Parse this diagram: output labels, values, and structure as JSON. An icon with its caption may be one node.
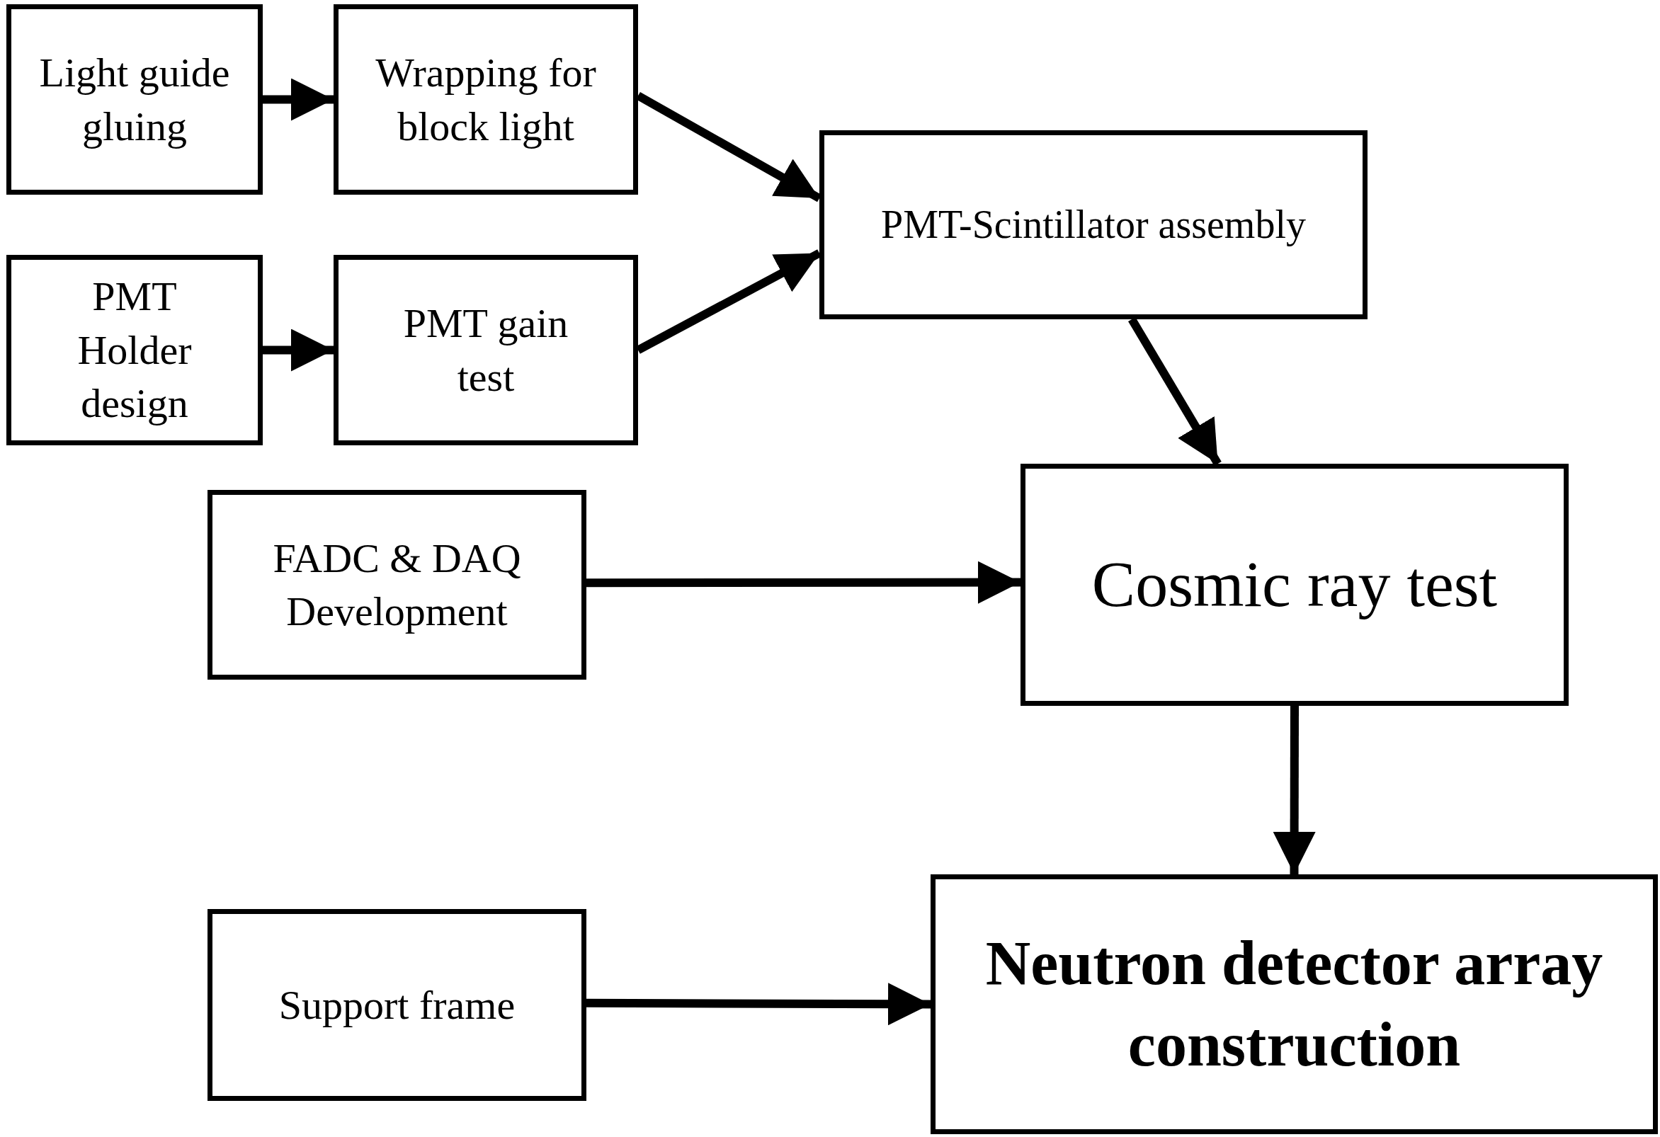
{
  "diagram": {
    "nodes": [
      {
        "text": [
          "Light guide gluing"
        ]
      },
      {
        "text": [
          "Wrapping for block light"
        ]
      },
      {
        "text": [
          "PMT Holder design"
        ]
      },
      {
        "text": [
          "PMT gain test"
        ]
      },
      {
        "text": [
          "PMT-Scintillator assembly"
        ]
      },
      {
        "text": [
          "FADC & DAQ Development"
        ]
      },
      {
        "text": [
          "Cosmic ray test"
        ]
      },
      {
        "text": [
          "Support frame"
        ]
      },
      {
        "text": [
          "Neutron detector array construction"
        ]
      }
    ],
    "edges": [
      {
        "from": 0,
        "to": 1,
        "arrow": "to"
      },
      {
        "from": 2,
        "to": 3,
        "arrow": "to"
      },
      {
        "from": 1,
        "to": 4,
        "arrow": "to"
      },
      {
        "from": 3,
        "to": 4,
        "arrow": "to"
      },
      {
        "from": 4,
        "to": 6,
        "arrow": "to"
      },
      {
        "from": 5,
        "to": 6,
        "arrow": "to"
      },
      {
        "from": 6,
        "to": 8,
        "arrow": "to"
      },
      {
        "from": 7,
        "to": 8,
        "arrow": "to"
      }
    ]
  }
}
